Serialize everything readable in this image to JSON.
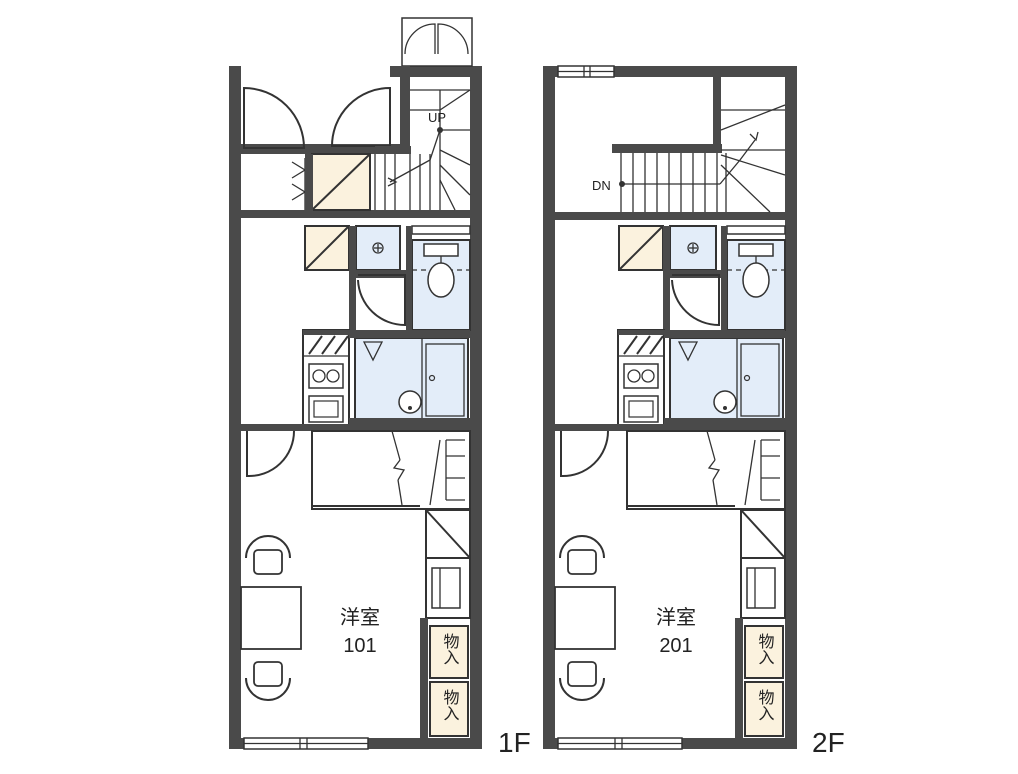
{
  "floors": [
    {
      "floor_label": "1F",
      "room_type": "洋室",
      "room_number": "101",
      "stair_label": "UP",
      "storage_labels": [
        "物入",
        "物入"
      ]
    },
    {
      "floor_label": "2F",
      "room_type": "洋室",
      "room_number": "201",
      "stair_label": "DN",
      "storage_labels": [
        "物入",
        "物入"
      ]
    }
  ],
  "colors": {
    "wall": "#4a4a4a",
    "wet_area": "#e3edf9",
    "storage": "#fbf2de"
  }
}
